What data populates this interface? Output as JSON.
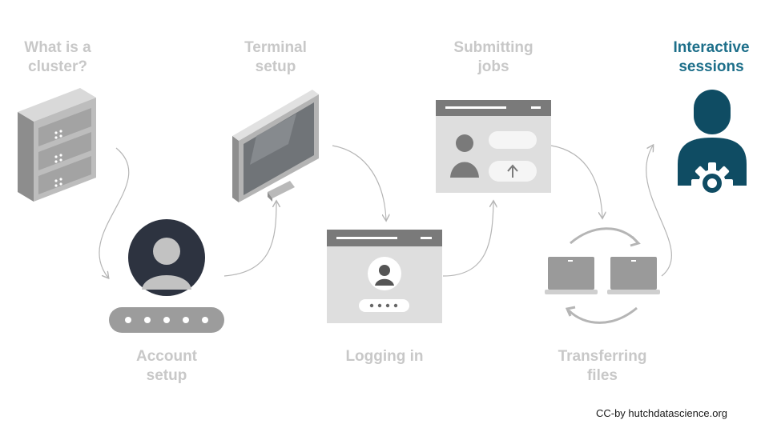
{
  "steps": [
    {
      "label": "What is a\ncluster?",
      "icon": "server-icon",
      "active": false
    },
    {
      "label": "Account\nsetup",
      "icon": "user-avatar-icon",
      "active": false
    },
    {
      "label": "Terminal\nsetup",
      "icon": "monitor-icon",
      "active": false
    },
    {
      "label": "Logging in",
      "icon": "login-window-icon",
      "active": false
    },
    {
      "label": "Submitting\njobs",
      "icon": "submit-window-icon",
      "active": false
    },
    {
      "label": "Transferring\nfiles",
      "icon": "laptops-transfer-icon",
      "active": false
    },
    {
      "label": "Interactive\nsessions",
      "icon": "user-gear-icon",
      "active": true
    }
  ],
  "credit": "CC-by hutchdatascience.org",
  "colors": {
    "inactive_text": "#c8c8c8",
    "active_text": "#1d6f8a",
    "active_icon": "#0f4c63",
    "icon_gray": "#9a9a9a"
  }
}
